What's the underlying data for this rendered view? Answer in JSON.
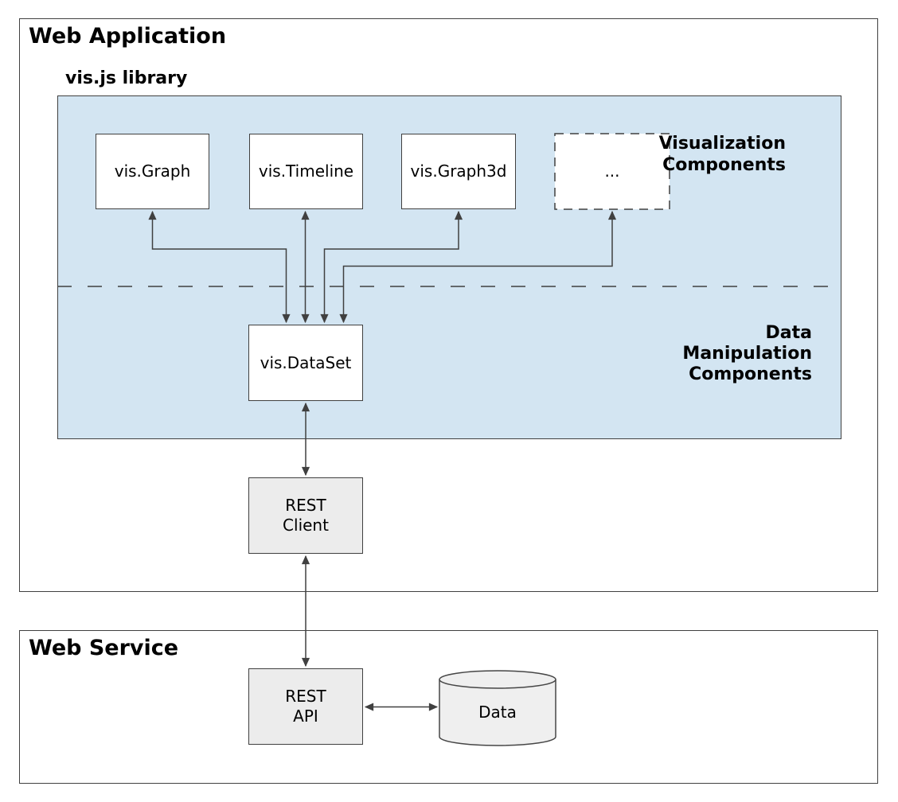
{
  "diagram": {
    "web_application": {
      "title": "Web Application"
    },
    "web_service": {
      "title": "Web Service"
    },
    "library": {
      "title": "vis.js library"
    },
    "section_labels": {
      "visualization": "Visualization\nComponents",
      "data_manipulation": "Data\nManipulation\nComponents"
    },
    "components": {
      "vis_graph": "vis.Graph",
      "vis_timeline": "vis.Timeline",
      "vis_graph3d": "vis.Graph3d",
      "more_components": "...",
      "vis_dataset": "vis.DataSet",
      "rest_client": "REST\nClient",
      "rest_api": "REST\nAPI",
      "data_store": "Data"
    },
    "colors": {
      "library_background": "#d3e5f2",
      "component_box_background": "#ffffff",
      "service_box_background": "#ececec",
      "cylinder_background": "#efefef",
      "line": "#404040"
    }
  }
}
